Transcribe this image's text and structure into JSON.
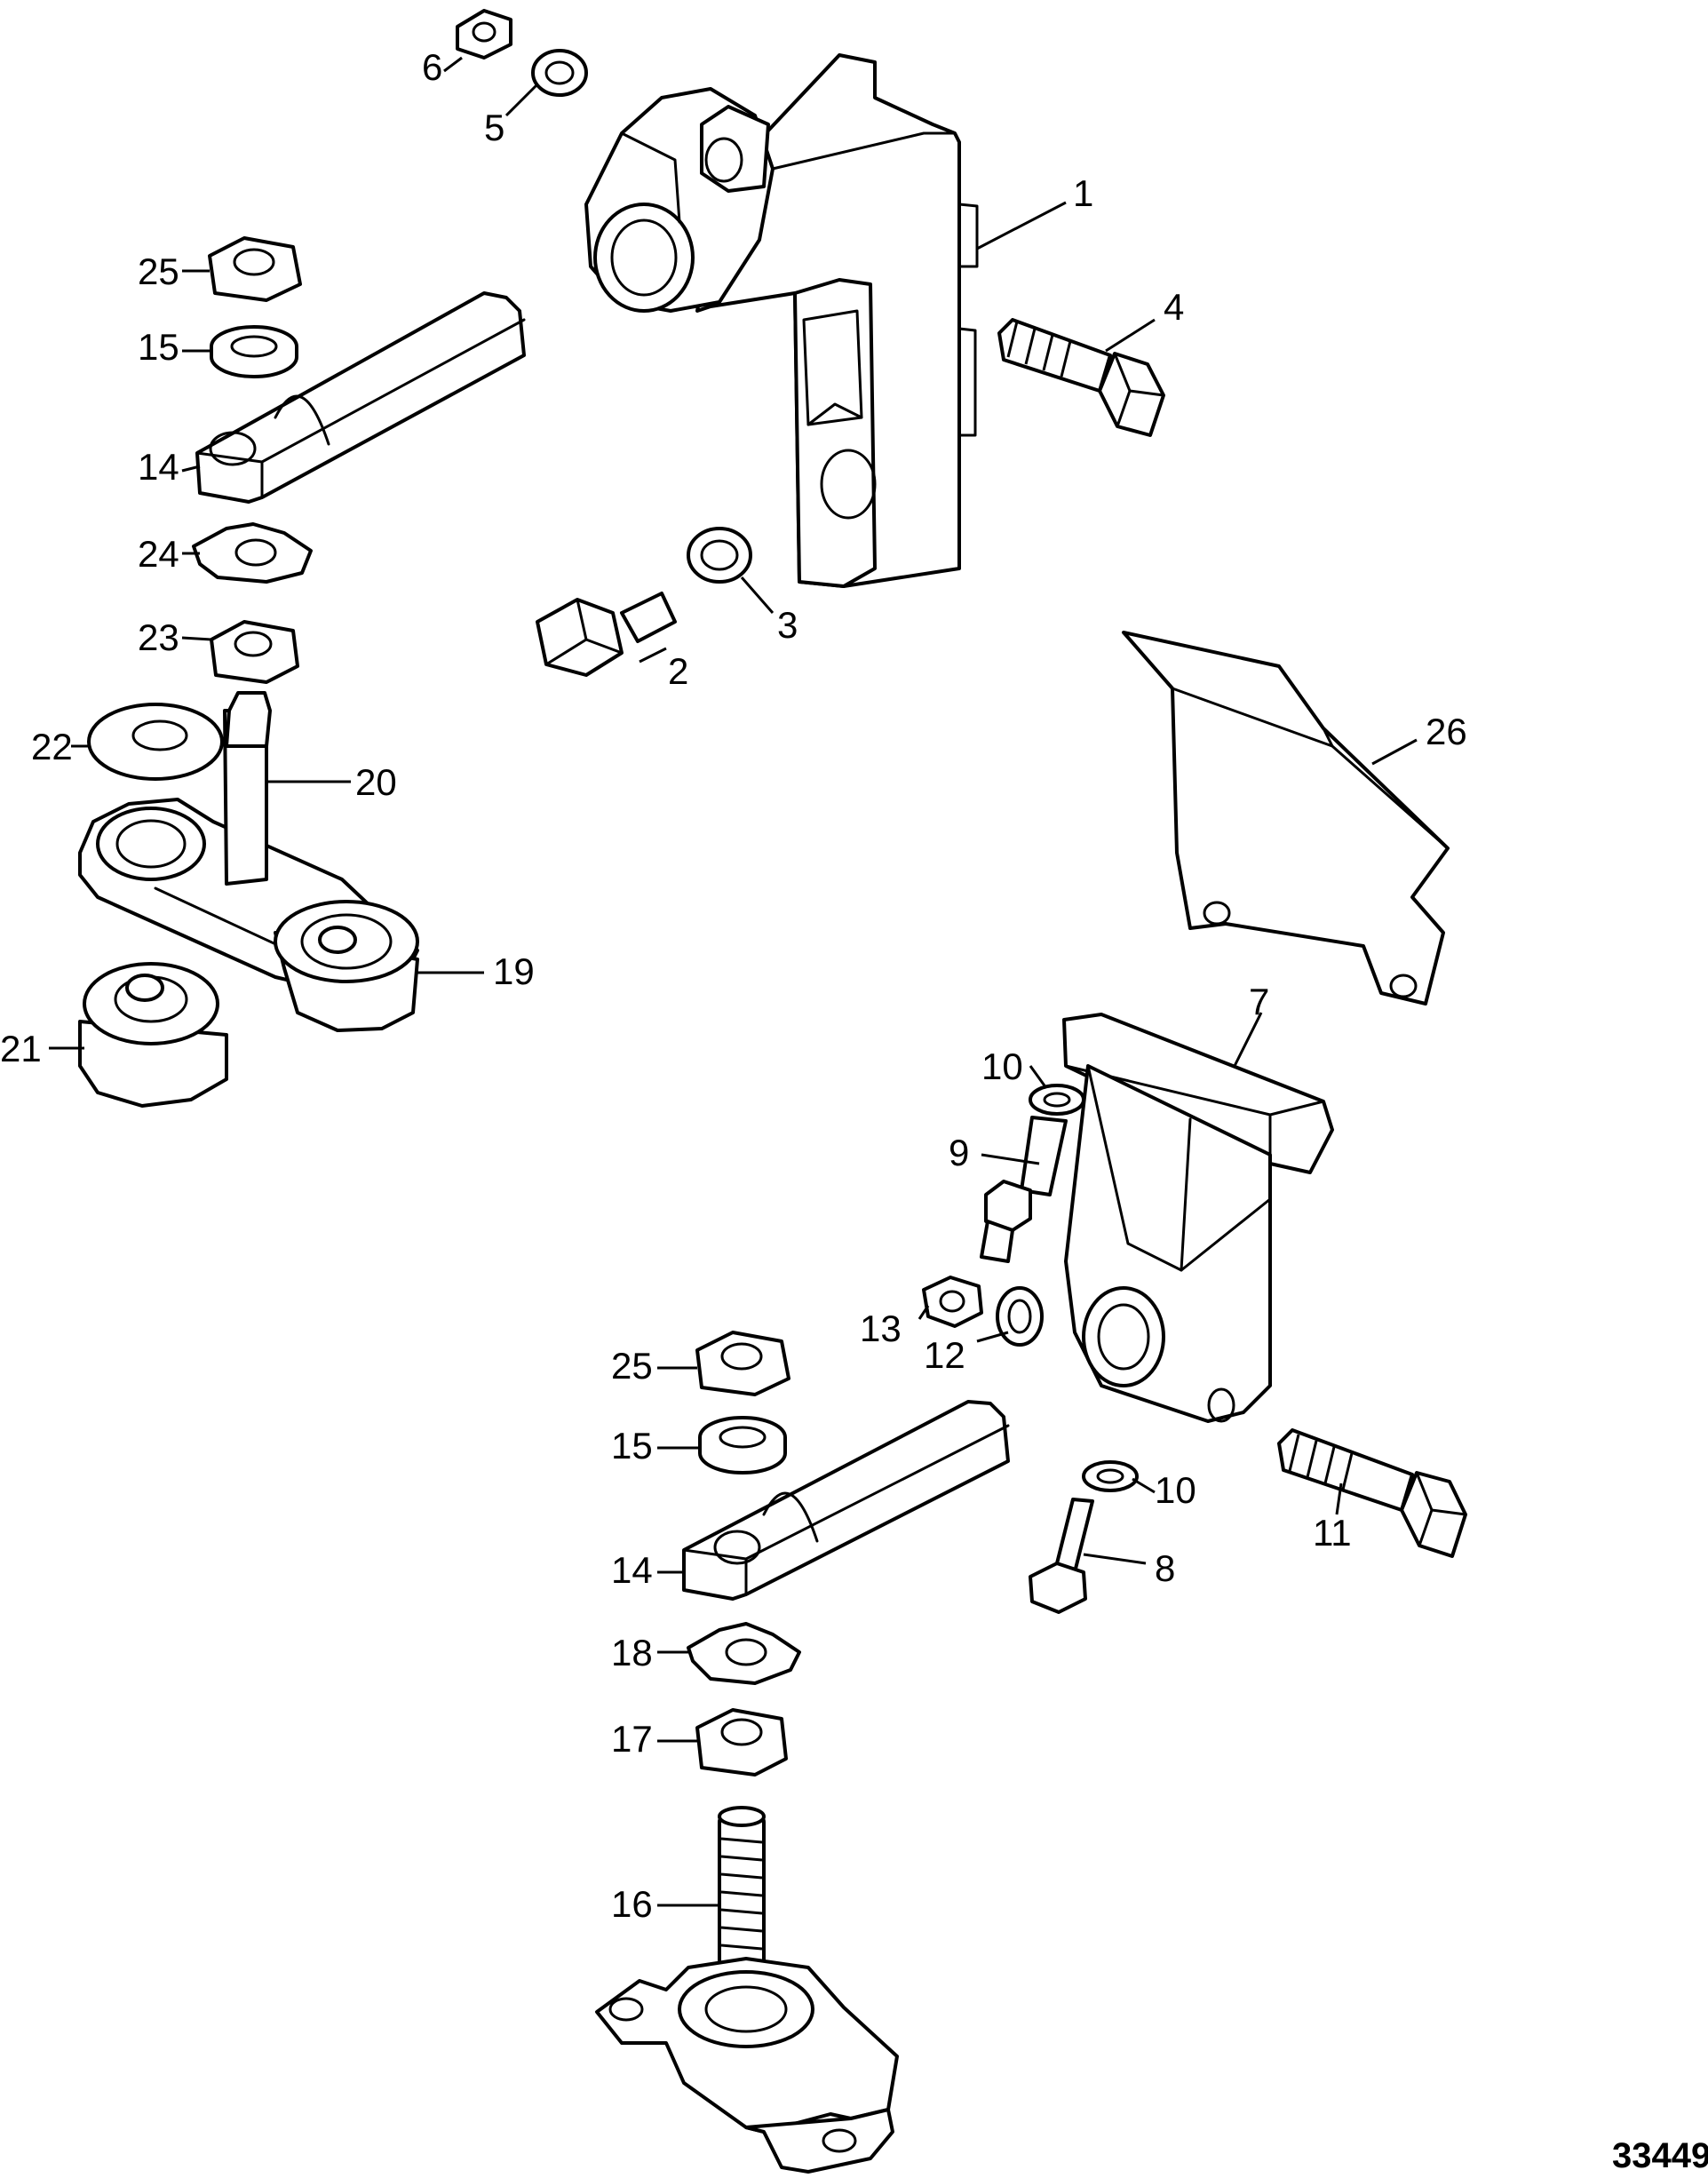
{
  "diagram": {
    "figure_number": "33449",
    "callouts": [
      {
        "id": "c1",
        "label": "1"
      },
      {
        "id": "c2",
        "label": "2"
      },
      {
        "id": "c3",
        "label": "3"
      },
      {
        "id": "c4",
        "label": "4"
      },
      {
        "id": "c5",
        "label": "5"
      },
      {
        "id": "c6",
        "label": "6"
      },
      {
        "id": "c7",
        "label": "7"
      },
      {
        "id": "c8",
        "label": "8"
      },
      {
        "id": "c9",
        "label": "9"
      },
      {
        "id": "c10a",
        "label": "10"
      },
      {
        "id": "c10b",
        "label": "10"
      },
      {
        "id": "c11",
        "label": "11"
      },
      {
        "id": "c12",
        "label": "12"
      },
      {
        "id": "c13",
        "label": "13"
      },
      {
        "id": "c14a",
        "label": "14"
      },
      {
        "id": "c14b",
        "label": "14"
      },
      {
        "id": "c15a",
        "label": "15"
      },
      {
        "id": "c15b",
        "label": "15"
      },
      {
        "id": "c16",
        "label": "16"
      },
      {
        "id": "c17",
        "label": "17"
      },
      {
        "id": "c18",
        "label": "18"
      },
      {
        "id": "c19",
        "label": "19"
      },
      {
        "id": "c20",
        "label": "20"
      },
      {
        "id": "c21",
        "label": "21"
      },
      {
        "id": "c22",
        "label": "22"
      },
      {
        "id": "c23",
        "label": "23"
      },
      {
        "id": "c24",
        "label": "24"
      },
      {
        "id": "c25a",
        "label": "25"
      },
      {
        "id": "c25b",
        "label": "25"
      },
      {
        "id": "c26",
        "label": "26"
      }
    ]
  }
}
